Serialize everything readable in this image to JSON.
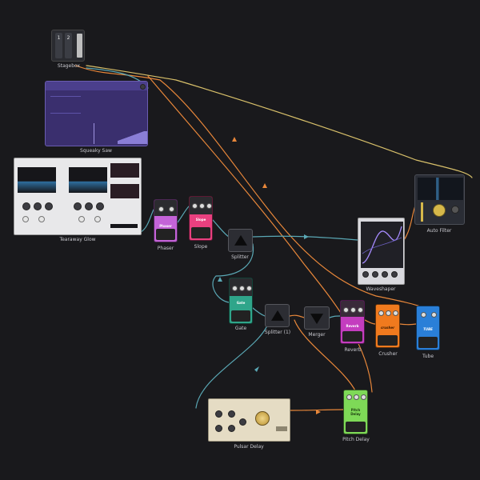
{
  "modules": [
    {
      "id": "stagebox",
      "label": "Stagebox",
      "channels": [
        "1",
        "2"
      ]
    },
    {
      "id": "squeaky-saw",
      "label": "Squeaky Saw"
    },
    {
      "id": "tearaway-glow",
      "label": "Tearaway Glow"
    },
    {
      "id": "phaser",
      "label": "Phaser",
      "face_text": "Phaser",
      "color": "#c463d8"
    },
    {
      "id": "slope",
      "label": "Slope",
      "face_text": "Slope",
      "color": "#e9407f"
    },
    {
      "id": "splitter",
      "label": "Splitter"
    },
    {
      "id": "waveshaper",
      "label": "Waveshaper"
    },
    {
      "id": "auto-filter",
      "label": "Auto Filter"
    },
    {
      "id": "gate",
      "label": "Gate",
      "face_text": "Gate",
      "color": "#2fa58a"
    },
    {
      "id": "splitter-1",
      "label": "Splitter (1)"
    },
    {
      "id": "merger",
      "label": "Merger"
    },
    {
      "id": "reverb",
      "label": "Reverb",
      "face_text": "Reverb",
      "color": "#c43dbf"
    },
    {
      "id": "crusher",
      "label": "Crusher",
      "face_text": "crusher",
      "color": "#f07a1e"
    },
    {
      "id": "tube",
      "label": "Tube",
      "face_text": "TUBE",
      "color": "#2a7fd8"
    },
    {
      "id": "pulsar-delay",
      "label": "Pulsar Delay"
    },
    {
      "id": "pitch-delay",
      "label": "Pitch Delay",
      "face_text": "Pitch Delay",
      "color": "#7ed957"
    }
  ],
  "colors": {
    "background": "#19191c",
    "cable_orange": "#e8873a",
    "cable_teal": "#5aa8b5",
    "cable_yellow": "#d8c06a"
  }
}
